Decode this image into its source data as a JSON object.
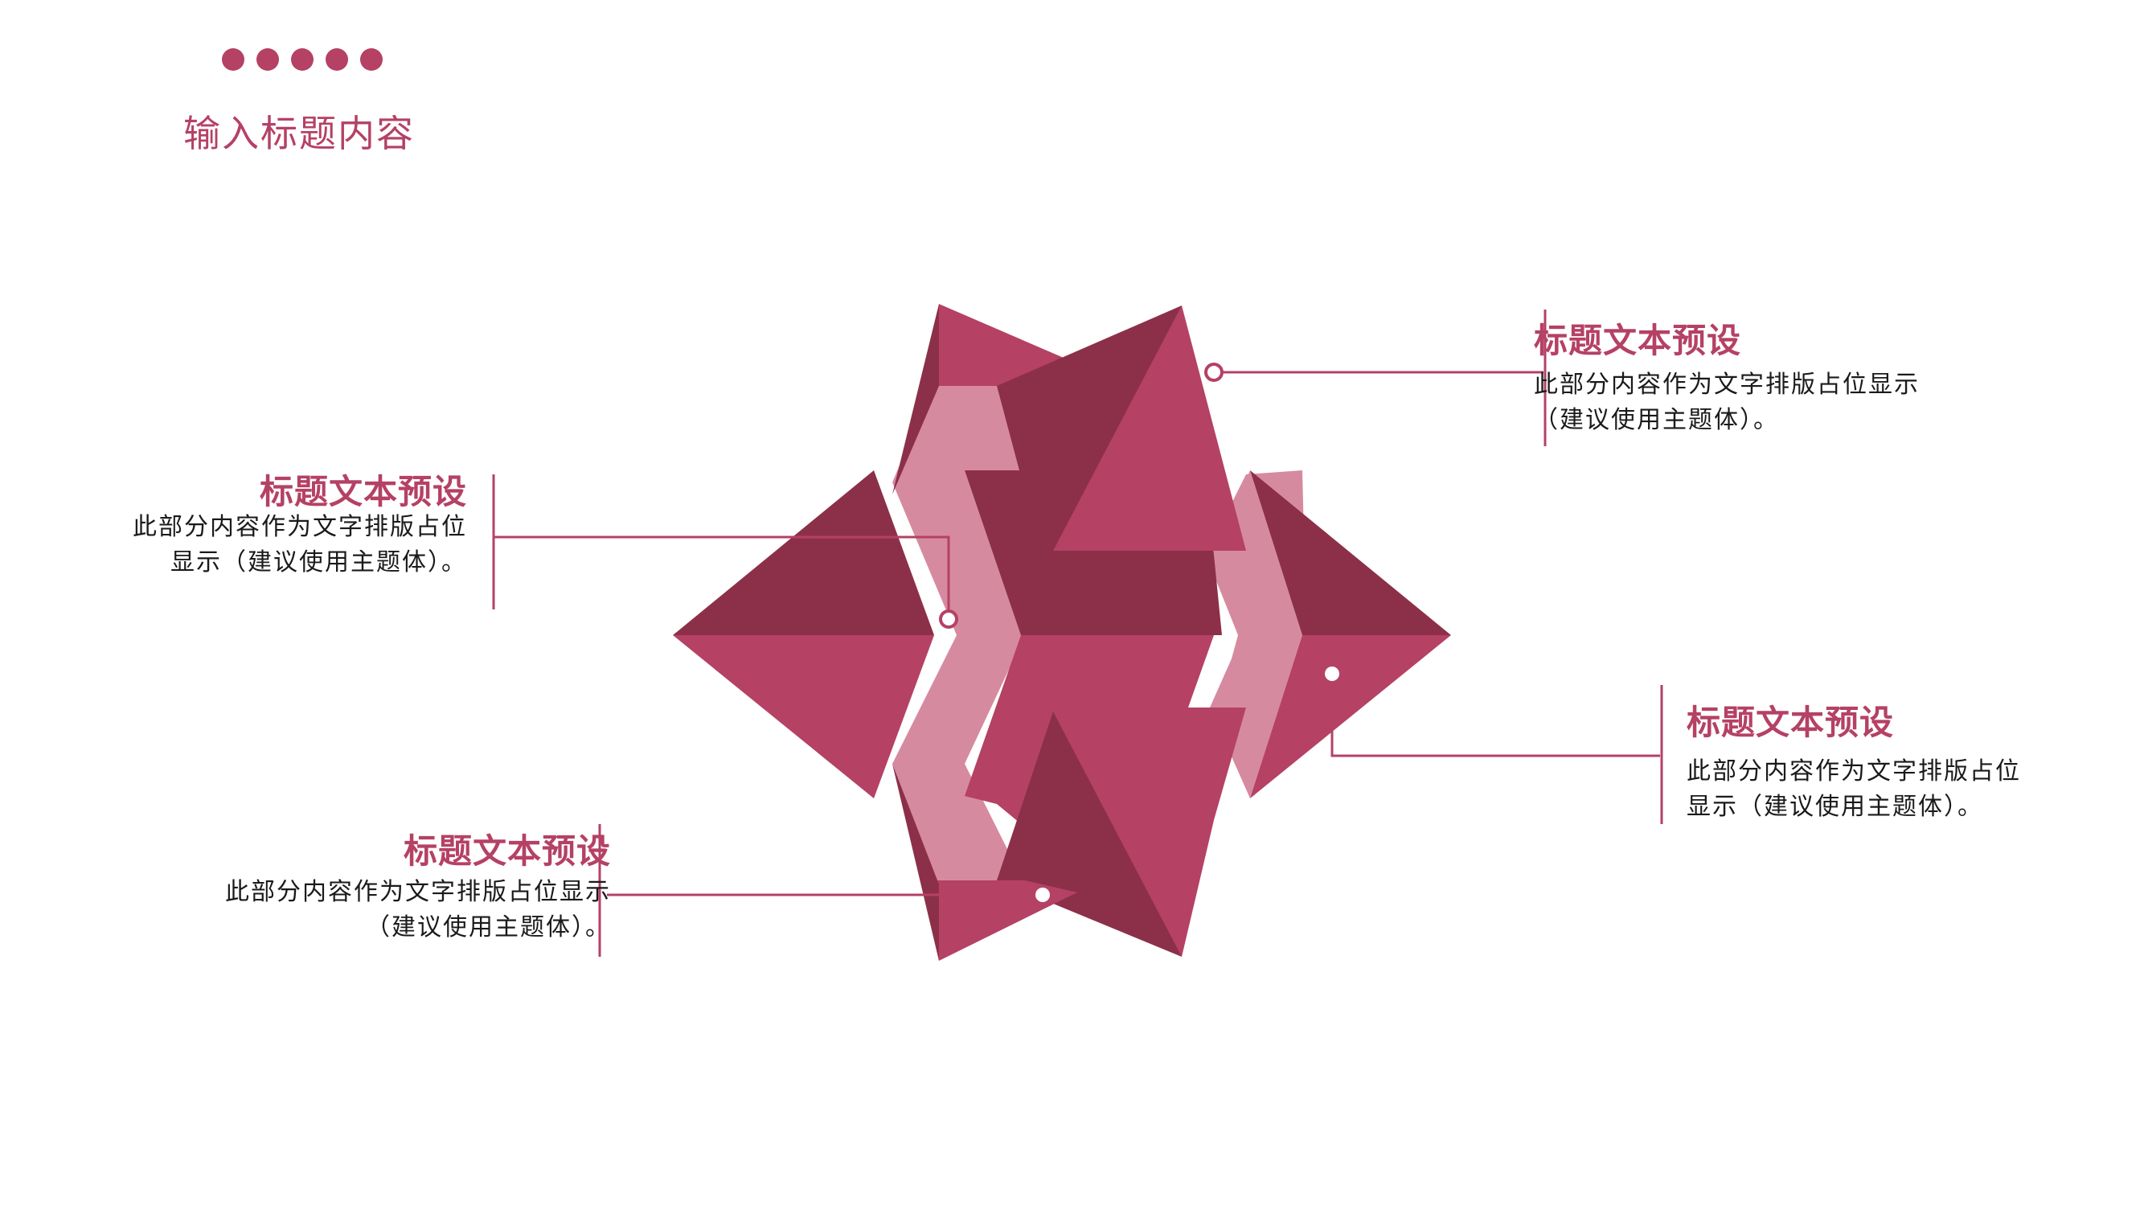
{
  "header": {
    "title": "输入标题内容",
    "dots": 5,
    "accent": "#b54165"
  },
  "colors": {
    "main": "#b54165",
    "dark": "#8c3049",
    "light": "#d68aa0",
    "text": "#1a1a1a"
  },
  "cards": [
    {
      "title": "标题文本预设",
      "lines": [
        "此部分内容作为文字排版占位显示",
        "（建议使用主题体）。"
      ]
    },
    {
      "title": "标题文本预设",
      "lines": [
        "此部分内容作为文字排版占位",
        "显示（建议使用主题体）。"
      ]
    },
    {
      "title": "标题文本预设",
      "lines": [
        "此部分内容作为文字排版占位",
        "显示（建议使用主题体）。"
      ]
    },
    {
      "title": "标题文本预设",
      "lines": [
        "此部分内容作为文字排版占位显示",
        "（建议使用主题体）。"
      ]
    }
  ]
}
